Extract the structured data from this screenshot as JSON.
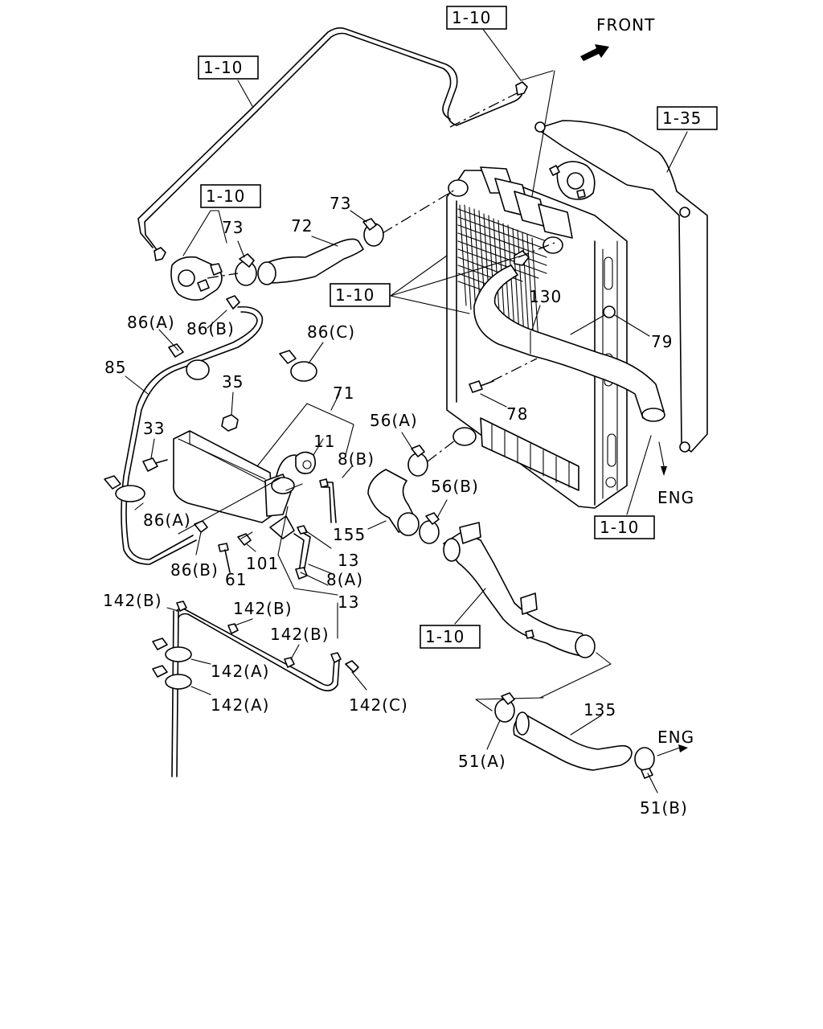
{
  "front_label": "FRONT",
  "eng_labels": [
    "ENG",
    "ENG"
  ],
  "refs": [
    "1-10",
    "1-10",
    "1-10",
    "1-10",
    "1-10",
    "1-10",
    "1-35"
  ],
  "parts": [
    "73",
    "72",
    "73",
    "86(A)",
    "86(B)",
    "86(C)",
    "130",
    "79",
    "85",
    "35",
    "71",
    "33",
    "11",
    "8(B)",
    "56(A)",
    "56(B)",
    "78",
    "86(A)",
    "155",
    "86(B)",
    "101",
    "61",
    "13",
    "8(A)",
    "13",
    "142(B)",
    "142(B)",
    "142(B)",
    "142(A)",
    "142(A)",
    "142(C)",
    "135",
    "51(A)",
    "51(B)"
  ]
}
